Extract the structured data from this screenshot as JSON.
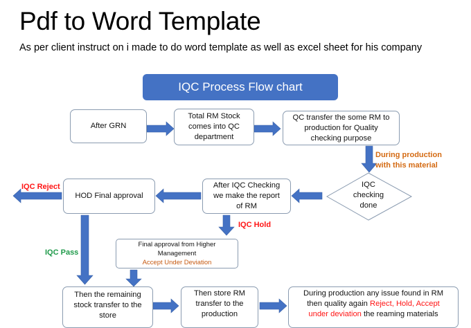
{
  "title": "Pdf to Word Template",
  "subtitle": "As per client instruct on i made to do word template as well as excel sheet for his company",
  "flowchart": {
    "header": "IQC  Process Flow chart",
    "after_grn": "After GRN",
    "total_rm": [
      "Total RM Stock",
      "comes into QC",
      "department"
    ],
    "qc_transfer": [
      "QC transfer the some RM to",
      "production for Quality",
      "checking purpose"
    ],
    "during_production_label": [
      "During production",
      "with this material"
    ],
    "iqc_checking_done": [
      "IQC",
      "checking",
      "done"
    ],
    "after_iqc_checking": [
      "After IQC Checking",
      "we make the report",
      "of RM"
    ],
    "hod_final_approval": "HOD Final approval",
    "iqc_reject": "IQC Reject",
    "iqc_hold": "IQC Hold",
    "iqc_pass": "IQC Pass",
    "final_approval": [
      "Final approval from Higher",
      "Management",
      "Accept Under Deviation"
    ],
    "remaining_stock": [
      "Then the remaining",
      "stock transfer to the",
      "store"
    ],
    "store_rm": [
      "Then store RM",
      "transfer to the",
      "production"
    ],
    "issue_found": {
      "line1": "During production any issue found in RM",
      "line2_prefix": "then quality again",
      "line2_reject": "Reject,",
      "line2_hold": "Hold,",
      "line2_accept": "Accept",
      "line3_deviation": "under deviation",
      "line3_suffix": "the reaming materials"
    }
  },
  "colors": {
    "header_fill": "#4472c4",
    "arrow_fill": "#4472c4",
    "box_border": "#8a9bb0",
    "orange": "#d46a12",
    "red": "#ff1414",
    "green": "#1f9a4a"
  }
}
